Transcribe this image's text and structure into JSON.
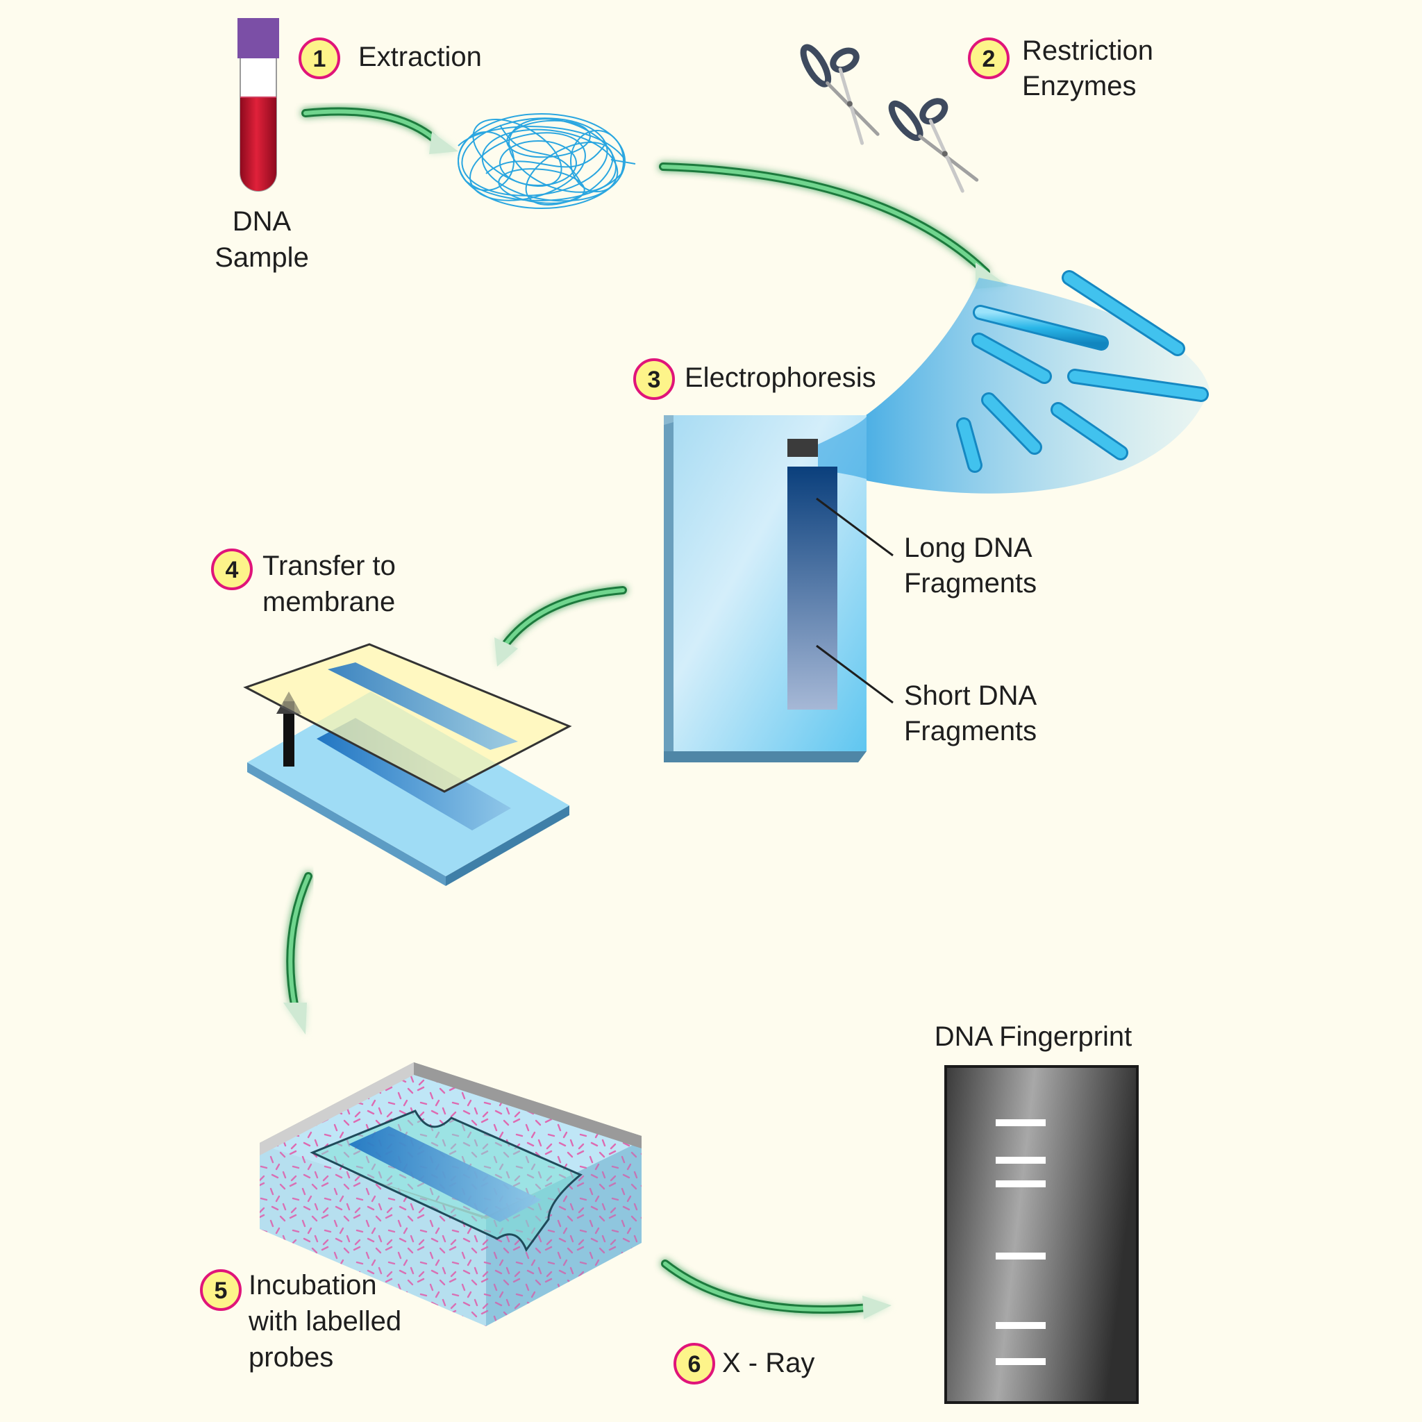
{
  "steps": {
    "s1": {
      "number": "1",
      "label": "Extraction"
    },
    "s2": {
      "number": "2",
      "line1": "Restriction",
      "line2": "Enzymes"
    },
    "s3": {
      "number": "3",
      "label": "Electrophoresis"
    },
    "s4": {
      "number": "4",
      "line1": "Transfer to",
      "line2": "membrane"
    },
    "s5": {
      "number": "5",
      "line1": "Incubation",
      "line2": "with labelled",
      "line3": "probes"
    },
    "s6": {
      "number": "6",
      "label": "X - Ray"
    }
  },
  "labels": {
    "dna_sample_line1": "DNA",
    "dna_sample_line2": "Sample",
    "long_line1": "Long DNA",
    "long_line2": "Fragments",
    "short_line1": "Short DNA",
    "short_line2": "Fragments",
    "fingerprint_title": "DNA Fingerprint"
  },
  "fingerprint_bands": 6,
  "colors": {
    "background": "#fefcee",
    "arrow": "#3fae5d",
    "badge_fill": "#fdf48a",
    "badge_ring": "#e0147a",
    "fragment": "#2ab6e8",
    "blood": "#c8102e",
    "cap": "#7b4fa6",
    "probe": "#e8409a"
  }
}
